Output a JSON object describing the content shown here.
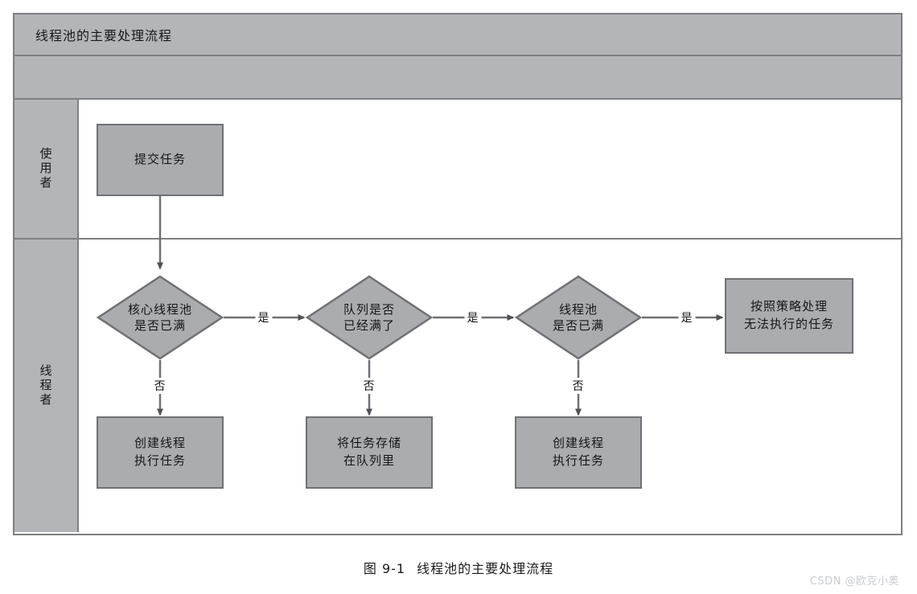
{
  "diagram": {
    "title": "线程池的主要处理流程",
    "lanes": [
      {
        "label": "使用者"
      },
      {
        "label": "线程者"
      }
    ],
    "nodes": {
      "submit_task": "提交任务",
      "core_pool_full": "核心线程池\n是否已满",
      "core_pool_full_line1": "核心线程池",
      "core_pool_full_line2": "是否已满",
      "queue_full_line1": "队列是否",
      "queue_full_line2": "已经满了",
      "pool_full_line1": "线程池",
      "pool_full_line2": "是否已满",
      "reject_policy_line1": "按照策略处理",
      "reject_policy_line2": "无法执行的任务",
      "create_thread_1_line1": "创建线程",
      "create_thread_1_line2": "执行任务",
      "store_queue_line1": "将任务存储",
      "store_queue_line2": "在队列里",
      "create_thread_2_line1": "创建线程",
      "create_thread_2_line2": "执行任务"
    },
    "edges": {
      "yes_1": "是",
      "yes_2": "是",
      "yes_3": "是",
      "no_1": "否",
      "no_2": "否",
      "no_3": "否"
    },
    "colors": {
      "node_fill": "#aaacaf",
      "node_stroke": "#6f7175",
      "lane_header_fill": "#b3b5b8",
      "frame_stroke": "#7d7f82",
      "connector": "#6f7175",
      "canvas": "#ffffff"
    }
  },
  "caption": {
    "figure_number": "图 9-1",
    "text": "线程池的主要处理流程"
  },
  "watermark": {
    "text": "CSDN @欧克小奥"
  }
}
